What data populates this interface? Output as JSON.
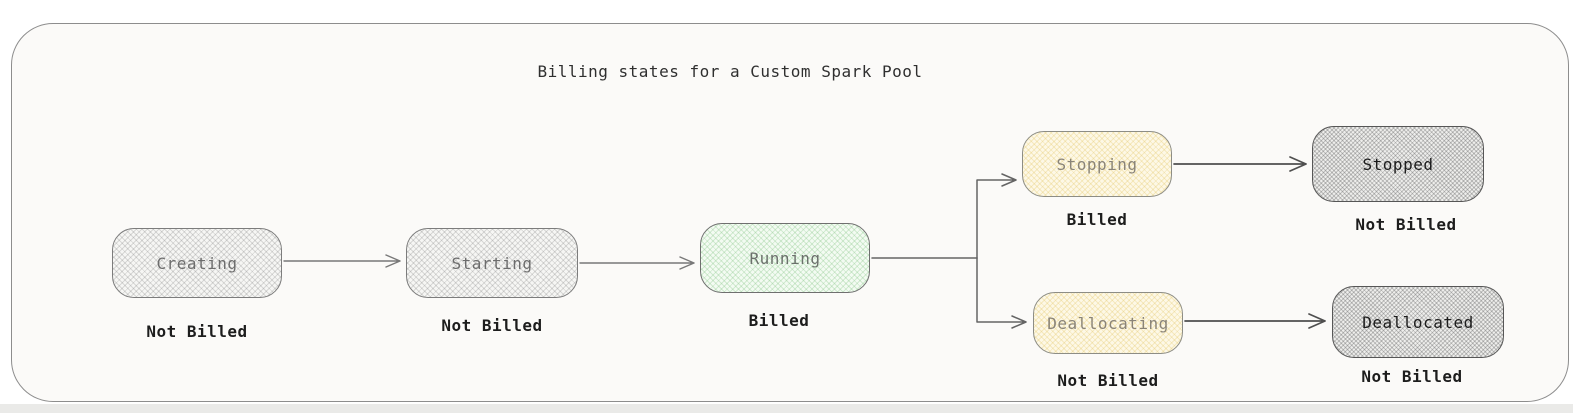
{
  "title": "Billing states for a Custom Spark Pool",
  "diagram": {
    "nodes": [
      {
        "label": "Creating",
        "billing": "Not Billed",
        "fill": "gray"
      },
      {
        "label": "Starting",
        "billing": "Not Billed",
        "fill": "gray"
      },
      {
        "label": "Running",
        "billing": "Billed",
        "fill": "green"
      },
      {
        "label": "Stopping",
        "billing": "Billed",
        "fill": "yellow"
      },
      {
        "label": "Stopped",
        "billing": "Not Billed",
        "fill": "dark-gray"
      },
      {
        "label": "Deallocating",
        "billing": "Not Billed",
        "fill": "yellow"
      },
      {
        "label": "Deallocated",
        "billing": "Not Billed",
        "fill": "dark-gray"
      }
    ],
    "edges": [
      {
        "from": "Creating",
        "to": "Starting"
      },
      {
        "from": "Starting",
        "to": "Running"
      },
      {
        "from": "Running",
        "to": "Stopping"
      },
      {
        "from": "Running",
        "to": "Deallocating"
      },
      {
        "from": "Stopping",
        "to": "Stopped"
      },
      {
        "from": "Deallocating",
        "to": "Deallocated"
      }
    ]
  },
  "colors": {
    "canvas_background": "#fbfaf8",
    "frame_border": "#8d8d8d",
    "gray_fill": "#f6f6f4",
    "dark_gray_fill": "#eeeeec",
    "green_fill": "#f3fbf2",
    "yellow_fill": "#fdf8e6",
    "arrow": "#5a5a5a",
    "billing_text": "#1d1d1d"
  }
}
